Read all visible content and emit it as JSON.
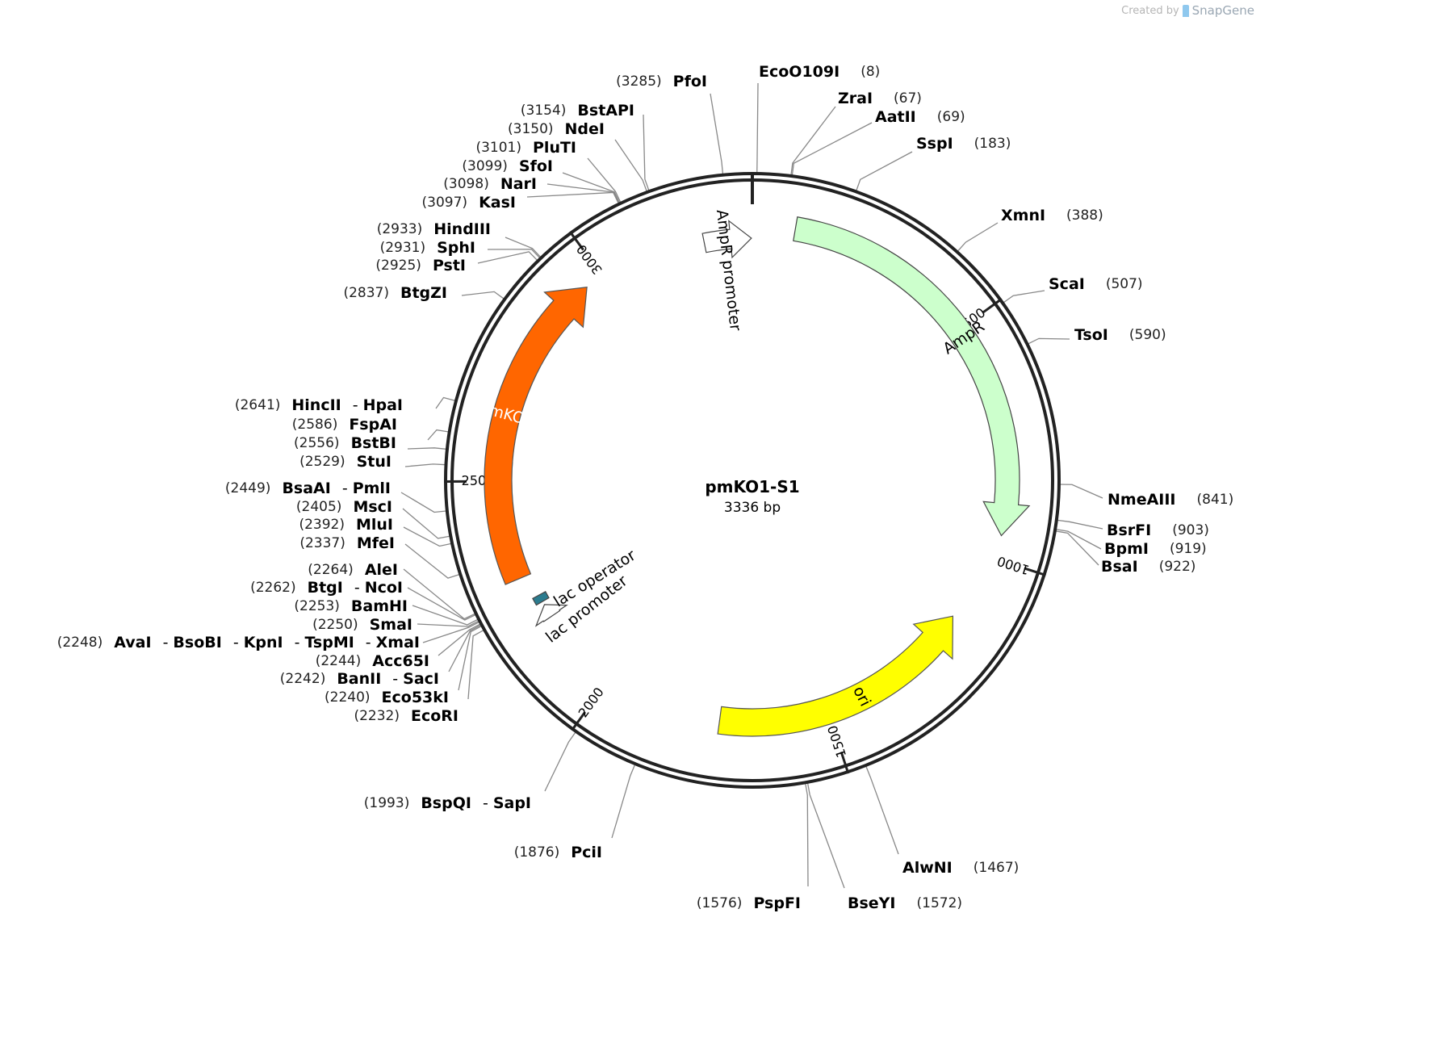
{
  "watermark": {
    "prefix": "Created by",
    "brand": "SnapGene"
  },
  "plasmid": {
    "name": "pmKO1-S1",
    "length_label": "3336 bp",
    "length": 3336
  },
  "ticks": [
    {
      "pos": 500,
      "label": "500"
    },
    {
      "pos": 1000,
      "label": "1000"
    },
    {
      "pos": 1500,
      "label": "1500"
    },
    {
      "pos": 2000,
      "label": "2000"
    },
    {
      "pos": 2500,
      "label": "2500"
    },
    {
      "pos": 3000,
      "label": "3000"
    }
  ],
  "features": [
    {
      "name": "AmpR promoter",
      "label": "AmpR promoter",
      "start": 3230,
      "end": 3334,
      "direction": "cw",
      "color": "#ffffff"
    },
    {
      "name": "AmpR",
      "label": "AmpR",
      "start": 90,
      "end": 950,
      "direction": "cw",
      "color": "#ccffcc"
    },
    {
      "name": "ori",
      "label": "ori",
      "start": 1150,
      "end": 1740,
      "direction": "ccw",
      "color": "#ffff00"
    },
    {
      "name": "lac promoter",
      "label": "lac promoter",
      "start": 2186,
      "end": 2216,
      "direction": "cw",
      "color": "#ffffff"
    },
    {
      "name": "lac operator",
      "label": "lac operator",
      "start": 2224,
      "end": 2240,
      "direction": "none",
      "color": "#2b7c8f"
    },
    {
      "name": "mKO",
      "label": "mKO",
      "start": 2290,
      "end": 2960,
      "direction": "cw",
      "color": "#ff6600"
    }
  ],
  "sites": [
    {
      "pos": 3285,
      "numtext": "(3285)",
      "names": [
        "PfoI"
      ]
    },
    {
      "pos": 3154,
      "numtext": "(3154)",
      "names": [
        "BstAPI"
      ]
    },
    {
      "pos": 3150,
      "numtext": "(3150)",
      "names": [
        "NdeI"
      ]
    },
    {
      "pos": 3101,
      "numtext": "(3101)",
      "names": [
        "PluTI"
      ]
    },
    {
      "pos": 3099,
      "numtext": "(3099)",
      "names": [
        "SfoI"
      ]
    },
    {
      "pos": 3098,
      "numtext": "(3098)",
      "names": [
        "NarI"
      ]
    },
    {
      "pos": 3097,
      "numtext": "(3097)",
      "names": [
        "KasI"
      ]
    },
    {
      "pos": 2933,
      "numtext": "(2933)",
      "names": [
        "HindIII"
      ]
    },
    {
      "pos": 2931,
      "numtext": "(2931)",
      "names": [
        "SphI"
      ]
    },
    {
      "pos": 2925,
      "numtext": "(2925)",
      "names": [
        "PstI"
      ]
    },
    {
      "pos": 2837,
      "numtext": "(2837)",
      "names": [
        "BtgZI"
      ]
    },
    {
      "pos": 2641,
      "numtext": "(2641)",
      "names": [
        "HincII",
        "HpaI"
      ]
    },
    {
      "pos": 2586,
      "numtext": "(2586)",
      "names": [
        "FspAI"
      ]
    },
    {
      "pos": 2556,
      "numtext": "(2556)",
      "names": [
        "BstBI"
      ]
    },
    {
      "pos": 2529,
      "numtext": "(2529)",
      "names": [
        "StuI"
      ]
    },
    {
      "pos": 2449,
      "numtext": "(2449)",
      "names": [
        "BsaAI",
        "PmlI"
      ]
    },
    {
      "pos": 2405,
      "numtext": "(2405)",
      "names": [
        "MscI"
      ]
    },
    {
      "pos": 2392,
      "numtext": "(2392)",
      "names": [
        "MluI"
      ]
    },
    {
      "pos": 2337,
      "numtext": "(2337)",
      "names": [
        "MfeI"
      ]
    },
    {
      "pos": 2264,
      "numtext": "(2264)",
      "names": [
        "AleI"
      ]
    },
    {
      "pos": 2262,
      "numtext": "(2262)",
      "names": [
        "BtgI",
        "NcoI"
      ]
    },
    {
      "pos": 2253,
      "numtext": "(2253)",
      "names": [
        "BamHI"
      ]
    },
    {
      "pos": 2250,
      "numtext": "(2250)",
      "names": [
        "SmaI"
      ]
    },
    {
      "pos": 2248,
      "numtext": "(2248)",
      "names": [
        "AvaI",
        "BsoBI",
        "KpnI",
        "TspMI",
        "XmaI"
      ]
    },
    {
      "pos": 2244,
      "numtext": "(2244)",
      "names": [
        "Acc65I"
      ]
    },
    {
      "pos": 2242,
      "numtext": "(2242)",
      "names": [
        "BanII",
        "SacI"
      ]
    },
    {
      "pos": 2240,
      "numtext": "(2240)",
      "names": [
        "Eco53kI"
      ]
    },
    {
      "pos": 2232,
      "numtext": "(2232)",
      "names": [
        "EcoRI"
      ]
    },
    {
      "pos": 1993,
      "numtext": "(1993)",
      "names": [
        "BspQI",
        "SapI"
      ]
    },
    {
      "pos": 1876,
      "numtext": "(1876)",
      "names": [
        "PciI"
      ]
    },
    {
      "pos": 1576,
      "numtext": "(1576)",
      "names": [
        "PspFI"
      ]
    },
    {
      "pos": 8,
      "numtext": "(8)",
      "names": [
        "EcoO109I"
      ]
    },
    {
      "pos": 67,
      "numtext": "(67)",
      "names": [
        "ZraI"
      ]
    },
    {
      "pos": 69,
      "numtext": "(69)",
      "names": [
        "AatII"
      ]
    },
    {
      "pos": 183,
      "numtext": "(183)",
      "names": [
        "SspI"
      ]
    },
    {
      "pos": 388,
      "numtext": "(388)",
      "names": [
        "XmnI"
      ]
    },
    {
      "pos": 507,
      "numtext": "(507)",
      "names": [
        "ScaI"
      ]
    },
    {
      "pos": 590,
      "numtext": "(590)",
      "names": [
        "TsoI"
      ]
    },
    {
      "pos": 841,
      "numtext": "(841)",
      "names": [
        "NmeAIII"
      ]
    },
    {
      "pos": 903,
      "numtext": "(903)",
      "names": [
        "BsrFI"
      ]
    },
    {
      "pos": 919,
      "numtext": "(919)",
      "names": [
        "BpmI"
      ]
    },
    {
      "pos": 922,
      "numtext": "(922)",
      "names": [
        "BsaI"
      ]
    },
    {
      "pos": 1467,
      "numtext": "(1467)",
      "names": [
        "AlwNI"
      ]
    },
    {
      "pos": 1572,
      "numtext": "(1572)",
      "names": [
        "BseYI"
      ]
    }
  ]
}
